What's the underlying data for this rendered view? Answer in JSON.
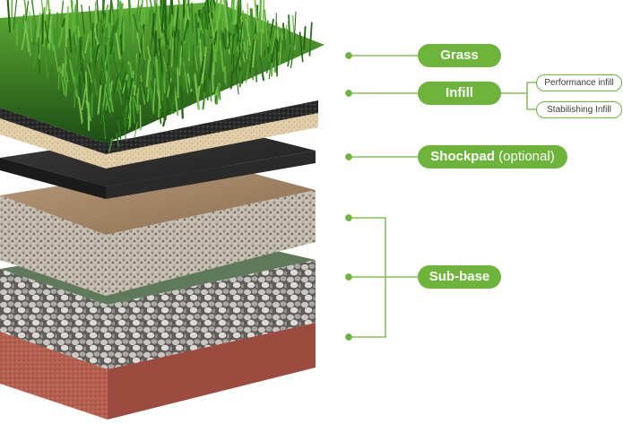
{
  "labels": {
    "grass": "Grass",
    "infill": "Infill",
    "performance_infill": "Performance infill",
    "stabilishing_infill": "Stabilishing Infill",
    "shockpad": "Shockpad",
    "shockpad_note": "(optional)",
    "subbase": "Sub-base"
  },
  "colors": {
    "accent": "#6db43a",
    "grass_dark": "#1f5a17",
    "grass_light": "#4a9a2c",
    "sand": "#d9c7a3",
    "rubber": "#2b2b2b",
    "shockpad": "#3a3a3a",
    "soil_top": "#a78b6c",
    "gravel": "#9a968f",
    "membrane": "#6f8a6c",
    "clay": "#b86f5e"
  }
}
